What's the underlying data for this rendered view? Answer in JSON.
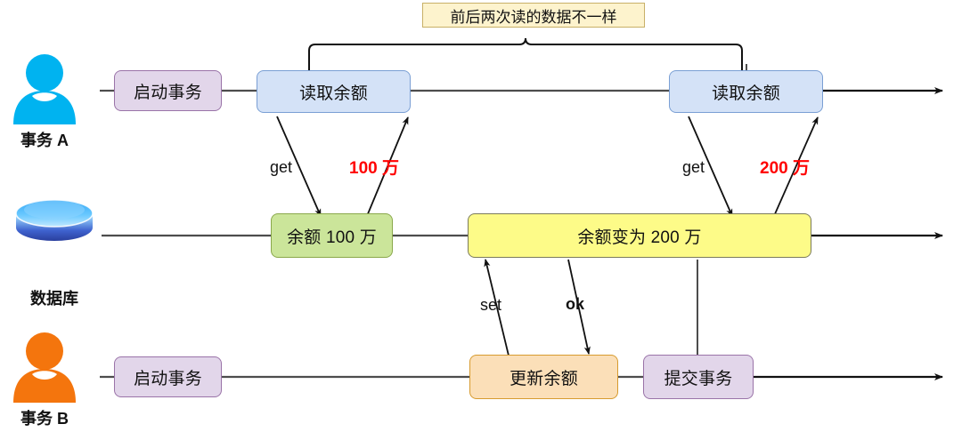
{
  "diagram": {
    "title_banner": "前后两次读的数据不一样",
    "lanes": [
      {
        "id": "transaction-a",
        "label": "事务 A",
        "icon": "person-icon",
        "icon_color": "#00b3f0"
      },
      {
        "id": "database",
        "label": "数据库",
        "icon": "database-cylinder-icon",
        "icon_color": "#2f57c8"
      },
      {
        "id": "transaction-b",
        "label": "事务 B",
        "icon": "person-icon",
        "icon_color": "#f4750d"
      }
    ],
    "nodes": {
      "a_begin": "启动事务",
      "a_read1": "读取余额",
      "a_read2": "读取余额",
      "db_balance1": "余额 100 万",
      "db_balance2": "余额变为 200 万",
      "b_begin": "启动事务",
      "b_update": "更新余额",
      "b_commit": "提交事务"
    },
    "edge_labels": {
      "get1": "get",
      "val1": "100 万",
      "get2": "get",
      "val2": "200 万",
      "set": "set",
      "ok": "ok"
    },
    "colors": {
      "purple_fill": "#e2d6ea",
      "purple_border": "#9a73a8",
      "blue_fill": "#d4e2f7",
      "blue_border": "#7a9fd4",
      "green_fill": "#cbe59a",
      "green_border": "#8aa84b",
      "yellow_fill": "#fdfb88",
      "yellow_border": "#7b7b5a",
      "orange_fill": "#fbdfb8",
      "orange_border": "#d79b2f",
      "banner_fill": "#fdf3cd",
      "banner_border": "#c8b067",
      "line": "#4d4d4d",
      "value_text": "#ff0000"
    }
  }
}
